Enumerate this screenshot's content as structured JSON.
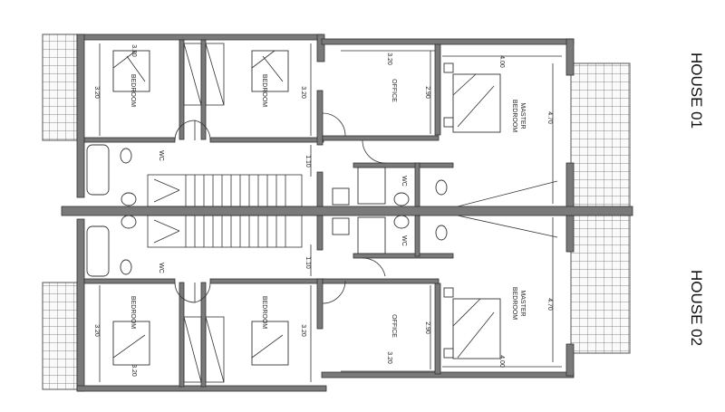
{
  "labels": {
    "house1": "HOUSE 01",
    "house2": "HOUSE 02",
    "bedroom": "BEDROOM",
    "office": "OFFICE",
    "wc": "WC",
    "master_line1": "MASTER",
    "master_line2": "BEDROOM"
  },
  "dims": {
    "d320": "3.20",
    "d290": "2.90",
    "d400": "4.00",
    "d470": "4.70",
    "d110": "1.10"
  }
}
